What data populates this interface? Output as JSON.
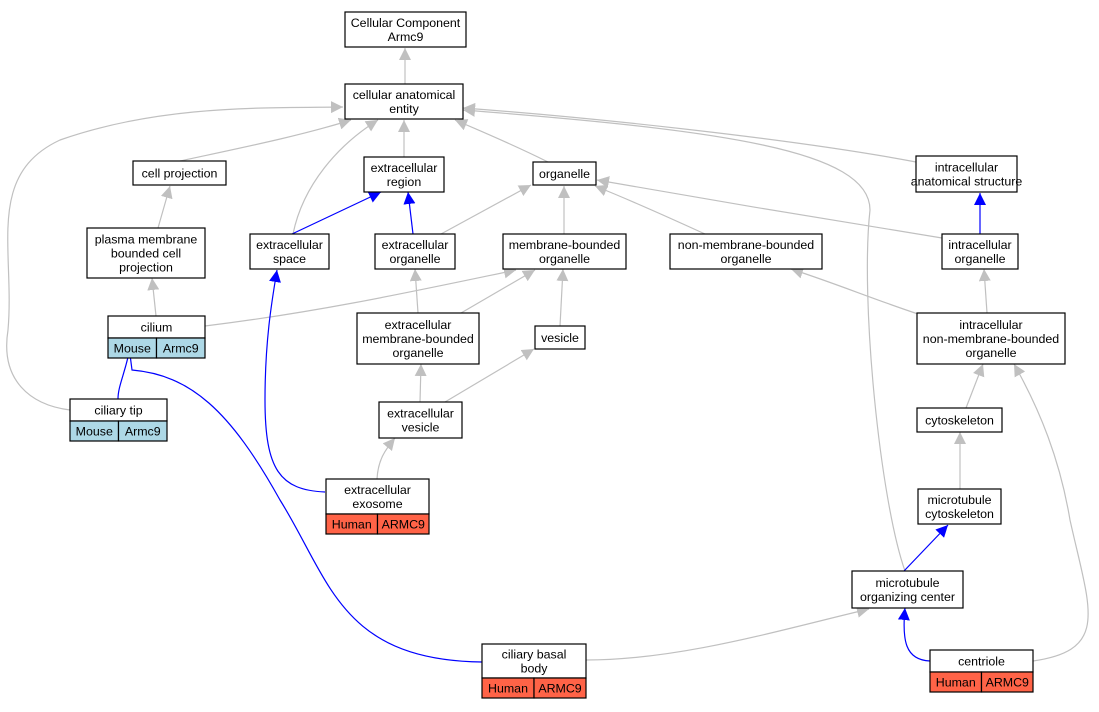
{
  "colors": {
    "edge_gray": "#c0c0c0",
    "edge_blue": "#0000ff",
    "mouse_fill": "#add8e6",
    "human_fill": "#ff6347",
    "box_fill": "#ffffff",
    "box_stroke": "#000000"
  },
  "nodes": [
    {
      "id": "cc",
      "lines": [
        "Cellular Component",
        "Armc9"
      ]
    },
    {
      "id": "cae",
      "lines": [
        "cellular anatomical",
        "entity"
      ]
    },
    {
      "id": "cp",
      "lines": [
        "cell projection"
      ]
    },
    {
      "id": "er",
      "lines": [
        "extracellular",
        "region"
      ]
    },
    {
      "id": "org",
      "lines": [
        "organelle"
      ]
    },
    {
      "id": "ias",
      "lines": [
        "intracellular",
        "anatomical structure"
      ]
    },
    {
      "id": "pmbcp",
      "lines": [
        "plasma membrane",
        "bounded cell",
        "projection"
      ]
    },
    {
      "id": "es",
      "lines": [
        "extracellular",
        "space"
      ]
    },
    {
      "id": "eo",
      "lines": [
        "extracellular",
        "organelle"
      ]
    },
    {
      "id": "mbo",
      "lines": [
        "membrane-bounded",
        "organelle"
      ]
    },
    {
      "id": "nmbo",
      "lines": [
        "non-membrane-bounded",
        "organelle"
      ]
    },
    {
      "id": "io",
      "lines": [
        "intracellular",
        "organelle"
      ]
    },
    {
      "id": "cil",
      "lines": [
        "cilium"
      ],
      "tags": [
        {
          "label": "Mouse",
          "kind": "mouse"
        },
        {
          "label": "Armc9",
          "kind": "mouse"
        }
      ]
    },
    {
      "id": "embo",
      "lines": [
        "extracellular",
        "membrane-bounded",
        "organelle"
      ]
    },
    {
      "id": "ves",
      "lines": [
        "vesicle"
      ]
    },
    {
      "id": "inmbo",
      "lines": [
        "intracellular",
        "non-membrane-bounded",
        "organelle"
      ]
    },
    {
      "id": "ct",
      "lines": [
        "ciliary tip"
      ],
      "tags": [
        {
          "label": "Mouse",
          "kind": "mouse"
        },
        {
          "label": "Armc9",
          "kind": "mouse"
        }
      ]
    },
    {
      "id": "ev",
      "lines": [
        "extracellular",
        "vesicle"
      ]
    },
    {
      "id": "cyto",
      "lines": [
        "cytoskeleton"
      ]
    },
    {
      "id": "exo",
      "lines": [
        "extracellular",
        "exosome"
      ],
      "tags": [
        {
          "label": "Human",
          "kind": "human"
        },
        {
          "label": "ARMC9",
          "kind": "human"
        }
      ]
    },
    {
      "id": "mtc",
      "lines": [
        "microtubule",
        "cytoskeleton"
      ]
    },
    {
      "id": "moc",
      "lines": [
        "microtubule",
        "organizing center"
      ]
    },
    {
      "id": "cbb",
      "lines": [
        "ciliary basal",
        "body"
      ],
      "tags": [
        {
          "label": "Human",
          "kind": "human"
        },
        {
          "label": "ARMC9",
          "kind": "human"
        }
      ]
    },
    {
      "id": "cen",
      "lines": [
        "centriole"
      ],
      "tags": [
        {
          "label": "Human",
          "kind": "human"
        },
        {
          "label": "ARMC9",
          "kind": "human"
        }
      ]
    }
  ],
  "edges": [
    {
      "from": "cae",
      "to": "cc",
      "kind": "gray"
    },
    {
      "from": "cp",
      "to": "cae",
      "kind": "gray"
    },
    {
      "from": "er",
      "to": "cae",
      "kind": "gray"
    },
    {
      "from": "org",
      "to": "cae",
      "kind": "gray"
    },
    {
      "from": "ias",
      "to": "cae",
      "kind": "gray"
    },
    {
      "from": "es",
      "to": "cae",
      "kind": "gray"
    },
    {
      "from": "ct",
      "to": "cae",
      "kind": "gray"
    },
    {
      "from": "moc",
      "to": "cae",
      "kind": "gray"
    },
    {
      "from": "pmbcp",
      "to": "cp",
      "kind": "gray"
    },
    {
      "from": "es",
      "to": "er",
      "kind": "blue"
    },
    {
      "from": "eo",
      "to": "er",
      "kind": "blue"
    },
    {
      "from": "eo",
      "to": "org",
      "kind": "gray"
    },
    {
      "from": "mbo",
      "to": "org",
      "kind": "gray"
    },
    {
      "from": "nmbo",
      "to": "org",
      "kind": "gray"
    },
    {
      "from": "io",
      "to": "org",
      "kind": "gray"
    },
    {
      "from": "io",
      "to": "ias",
      "kind": "blue"
    },
    {
      "from": "cil",
      "to": "pmbcp",
      "kind": "gray"
    },
    {
      "from": "cil",
      "to": "mbo",
      "kind": "gray"
    },
    {
      "from": "embo",
      "to": "eo",
      "kind": "gray"
    },
    {
      "from": "embo",
      "to": "mbo",
      "kind": "gray"
    },
    {
      "from": "ves",
      "to": "mbo",
      "kind": "gray"
    },
    {
      "from": "inmbo",
      "to": "nmbo",
      "kind": "gray"
    },
    {
      "from": "inmbo",
      "to": "io",
      "kind": "gray"
    },
    {
      "from": "ct",
      "to": "cil",
      "kind": "blue"
    },
    {
      "from": "ev",
      "to": "embo",
      "kind": "gray"
    },
    {
      "from": "ev",
      "to": "ves",
      "kind": "gray"
    },
    {
      "from": "exo",
      "to": "ev",
      "kind": "gray"
    },
    {
      "from": "exo",
      "to": "es",
      "kind": "blue"
    },
    {
      "from": "cyto",
      "to": "inmbo",
      "kind": "gray"
    },
    {
      "from": "mtc",
      "to": "cyto",
      "kind": "gray"
    },
    {
      "from": "moc",
      "to": "mtc",
      "kind": "blue"
    },
    {
      "from": "cbb",
      "to": "cil",
      "kind": "blue"
    },
    {
      "from": "cbb",
      "to": "moc",
      "kind": "gray"
    },
    {
      "from": "cen",
      "to": "moc",
      "kind": "blue"
    },
    {
      "from": "cen",
      "to": "inmbo",
      "kind": "gray"
    }
  ]
}
